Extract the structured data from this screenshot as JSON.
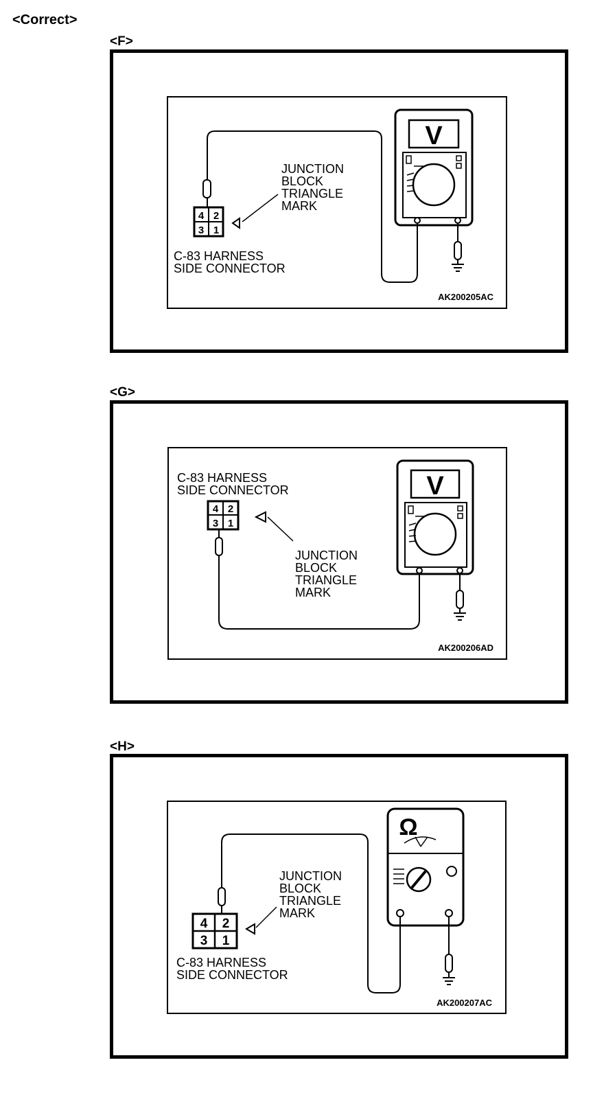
{
  "heading": "<Correct>",
  "panels": [
    {
      "label": "<F>",
      "meter_symbol": "V",
      "connector_label": [
        "C-83 HARNESS",
        "SIDE CONNECTOR"
      ],
      "mark_label": [
        "JUNCTION",
        "BLOCK",
        "TRIANGLE",
        "MARK"
      ],
      "pins": [
        "4",
        "2",
        "3",
        "1"
      ],
      "figure_code": "AK200205AC"
    },
    {
      "label": "<G>",
      "meter_symbol": "V",
      "connector_label": [
        "C-83 HARNESS",
        "SIDE CONNECTOR"
      ],
      "mark_label": [
        "JUNCTION",
        "BLOCK",
        "TRIANGLE",
        "MARK"
      ],
      "pins": [
        "4",
        "2",
        "3",
        "1"
      ],
      "figure_code": "AK200206AD"
    },
    {
      "label": "<H>",
      "meter_symbol": "Ω",
      "connector_label": [
        "C-83 HARNESS",
        "SIDE CONNECTOR"
      ],
      "mark_label": [
        "JUNCTION",
        "BLOCK",
        "TRIANGLE",
        "MARK"
      ],
      "pins": [
        "4",
        "2",
        "3",
        "1"
      ],
      "figure_code": "AK200207AC"
    }
  ]
}
